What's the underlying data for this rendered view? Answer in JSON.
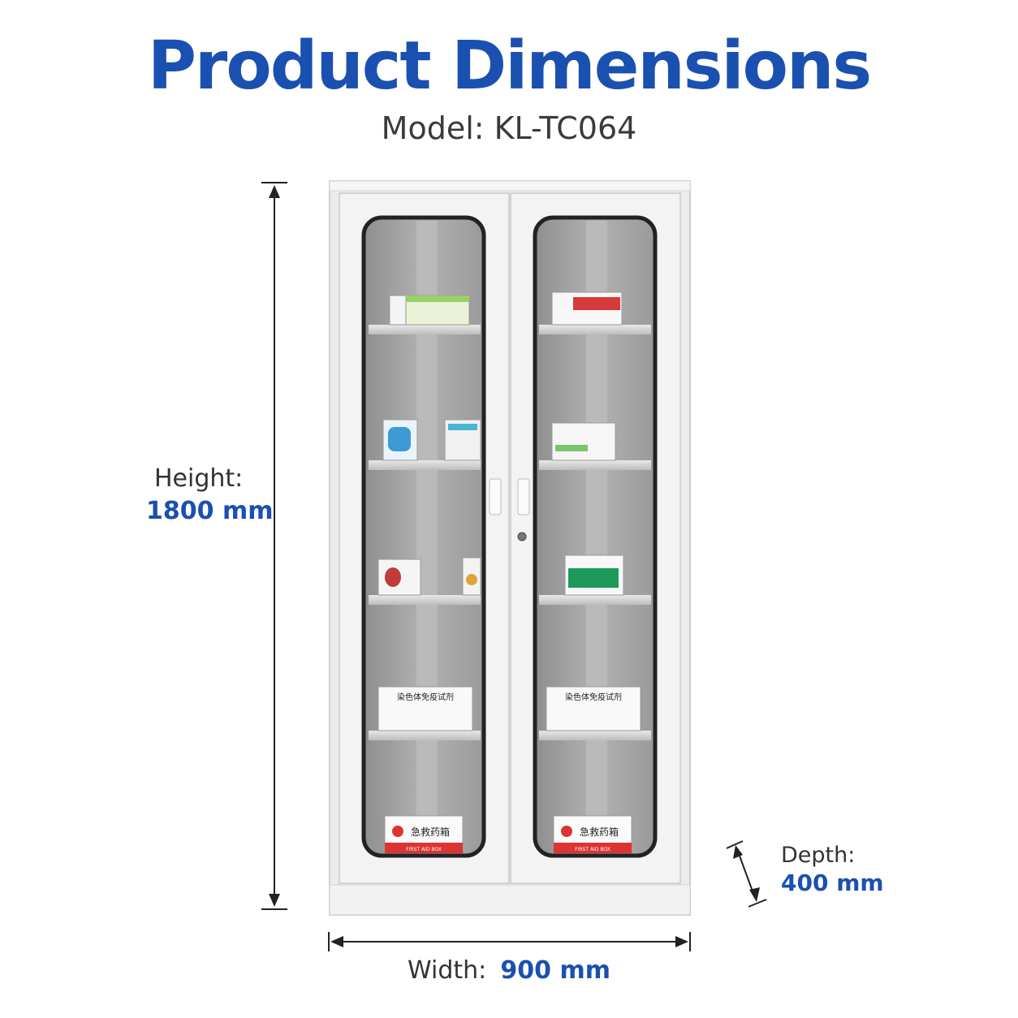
{
  "header": {
    "title": "Product Dimensions",
    "model": "Model: KL-TC064"
  },
  "dimensions": {
    "height": {
      "label": "Height:",
      "value": "1800 mm"
    },
    "width": {
      "label": "Width:",
      "value": "900 mm"
    },
    "depth": {
      "label": "Depth:",
      "value": "400 mm"
    }
  },
  "product": {
    "box_labels": {
      "kit_box": "染色体免疫试剂",
      "first_aid_box": "急救药箱",
      "first_aid_sub": "FIRST AID BOX"
    }
  },
  "colors": {
    "accent": "#1a50b0",
    "text": "#333333",
    "cabinet": "#eeeeee",
    "glass": "#9a9a9a"
  }
}
